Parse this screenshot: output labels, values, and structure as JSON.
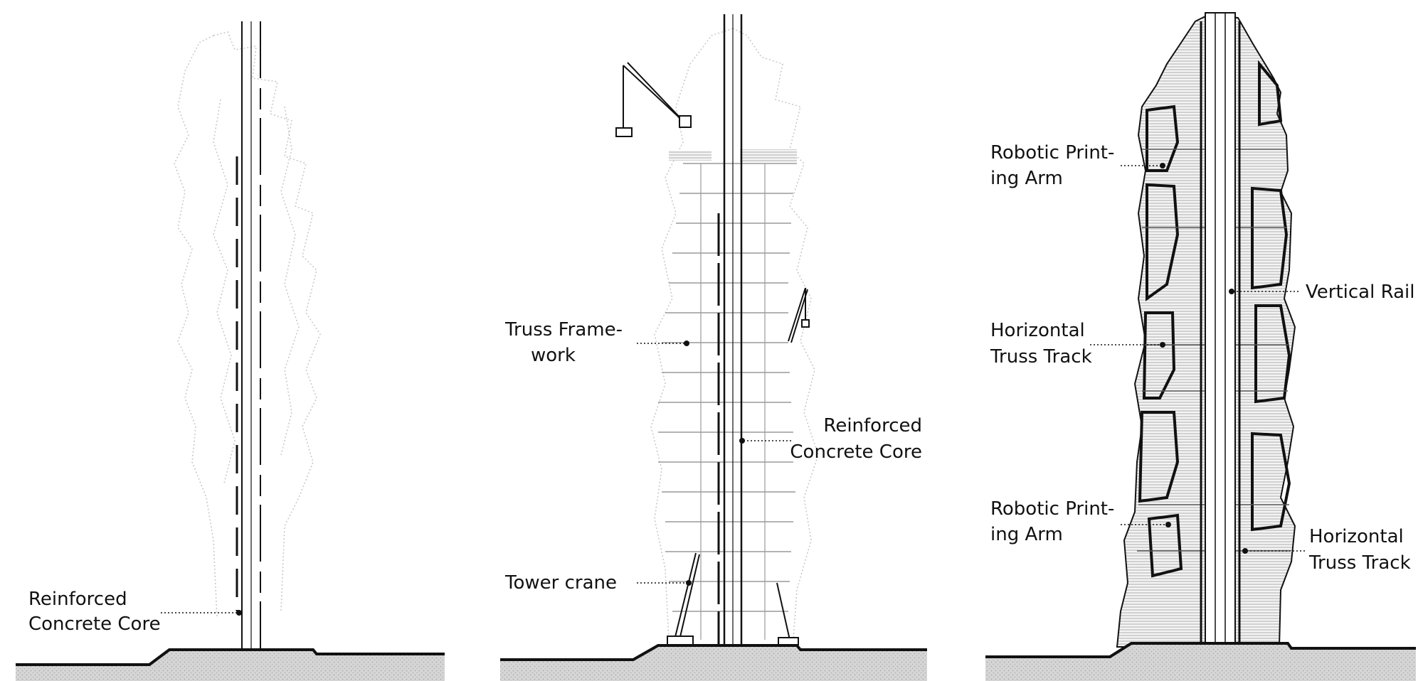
{
  "panel1": {
    "label_core": [
      "Reinforced",
      "Concrete Core"
    ]
  },
  "panel2": {
    "label_truss": [
      "Truss Frame-",
      "work"
    ],
    "label_core": [
      "Reinforced",
      "Concrete Core"
    ],
    "label_crane": [
      "Tower crane"
    ]
  },
  "panel3": {
    "label_arm_top": [
      "Robotic Print-",
      "ing Arm"
    ],
    "label_rail": [
      "Vertical Rail"
    ],
    "label_track_left": [
      "Horizontal",
      "Truss Track"
    ],
    "label_arm_bottom": [
      "Robotic Print-",
      "ing Arm"
    ],
    "label_track_right": [
      "Horizontal",
      "Truss Track"
    ]
  },
  "colors": {
    "ink": "#111111",
    "ghost": "#c9c9c9",
    "ground": "#bdbdbd",
    "hatch": "#8a8a8a"
  }
}
